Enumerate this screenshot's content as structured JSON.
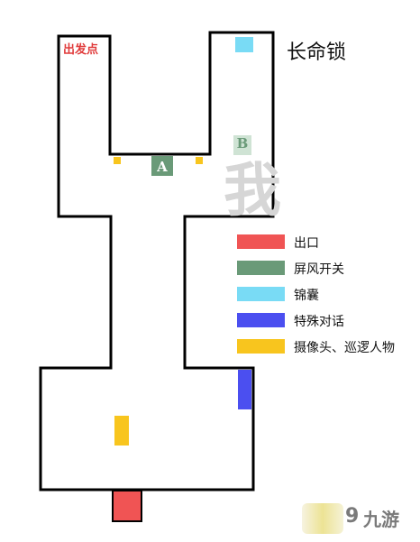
{
  "title": "长命锁",
  "start_label": "出发点",
  "markers": {
    "a": "A",
    "b": "B"
  },
  "legend": [
    {
      "label": "出口",
      "color": "#f05454"
    },
    {
      "label": "屏风开关",
      "color": "#6a9a78"
    },
    {
      "label": "锦囊",
      "color": "#79dbf5"
    },
    {
      "label": "特殊对话",
      "color": "#4b4ff0"
    },
    {
      "label": "摄像头、巡逻人物",
      "color": "#f8c51e"
    }
  ],
  "watermark_char": "我",
  "watermark_logo": {
    "mark": "9",
    "text": "九游"
  }
}
